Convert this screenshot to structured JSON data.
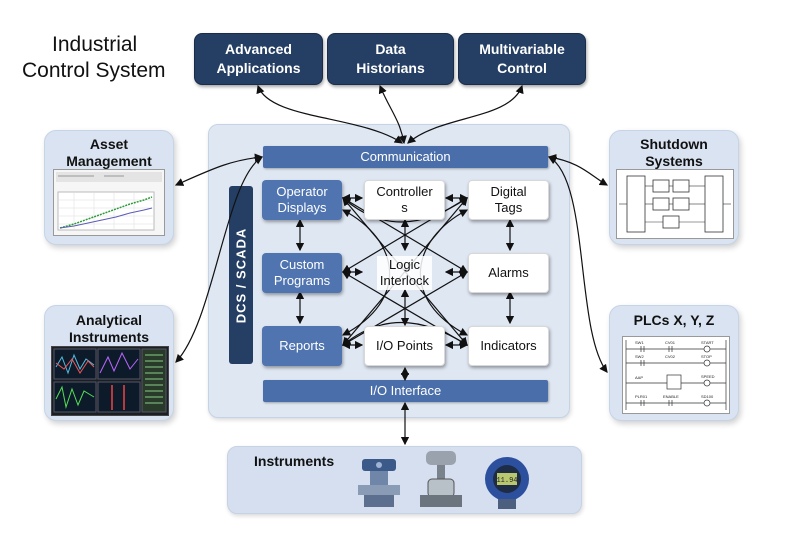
{
  "title": {
    "line1": "Industrial",
    "line2": "Control System"
  },
  "top_boxes": [
    {
      "line1": "Advanced",
      "line2": "Applications"
    },
    {
      "line1": "Data",
      "line2": "Historians"
    },
    {
      "line1": "Multivariable",
      "line2": "Control"
    }
  ],
  "left_panels": {
    "asset": {
      "line1": "Asset",
      "line2": "Management"
    },
    "analytical": {
      "line1": "Analytical",
      "line2": "Instruments"
    }
  },
  "right_panels": {
    "shutdown": {
      "line1": "Shutdown",
      "line2": "Systems"
    },
    "plcs": {
      "line1": "PLCs X, Y, Z"
    }
  },
  "center": {
    "communication": "Communication",
    "io_interface": "I/O Interface",
    "dcs_label": "DCS / SCADA",
    "operator_displays": {
      "line1": "Operator",
      "line2": "Displays"
    },
    "custom_programs": {
      "line1": "Custom",
      "line2": "Programs"
    },
    "reports": "Reports",
    "controllers": {
      "line1": "Controller",
      "line2": "s"
    },
    "logic_interlock": {
      "line1": "Logic",
      "line2": "Interlock"
    },
    "io_points": "I/O Points",
    "digital_tags": {
      "line1": "Digital",
      "line2": "Tags"
    },
    "alarms": "Alarms",
    "indicators": "Indicators"
  },
  "instruments": {
    "title": "Instruments",
    "readout": "11.94"
  },
  "plc_labels": [
    "SW1",
    "CV01",
    "START",
    "SW2",
    "CV02",
    "STOP",
    "AAP",
    "SPEED",
    "PLR01",
    "ENABLE",
    "SD100"
  ],
  "colors": {
    "dark_navy": "#253e63",
    "medium_blue": "#4f74b0",
    "panel_bg": "#dfe7f3",
    "side_bg": "#d9e3f1"
  }
}
